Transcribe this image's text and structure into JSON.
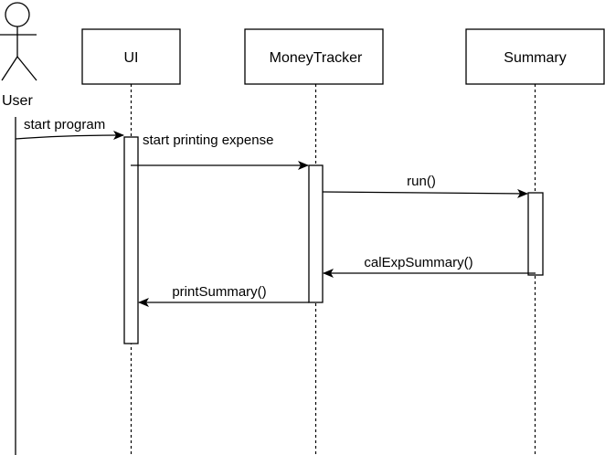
{
  "actor": {
    "label": "User"
  },
  "participants": {
    "ui": "UI",
    "money_tracker": "MoneyTracker",
    "summary": "Summary"
  },
  "messages": {
    "start_program": "start program",
    "start_printing_expense": "start printing expense",
    "run": "run()",
    "cal_exp_summary": "calExpSummary()",
    "print_summary": "printSummary()"
  }
}
